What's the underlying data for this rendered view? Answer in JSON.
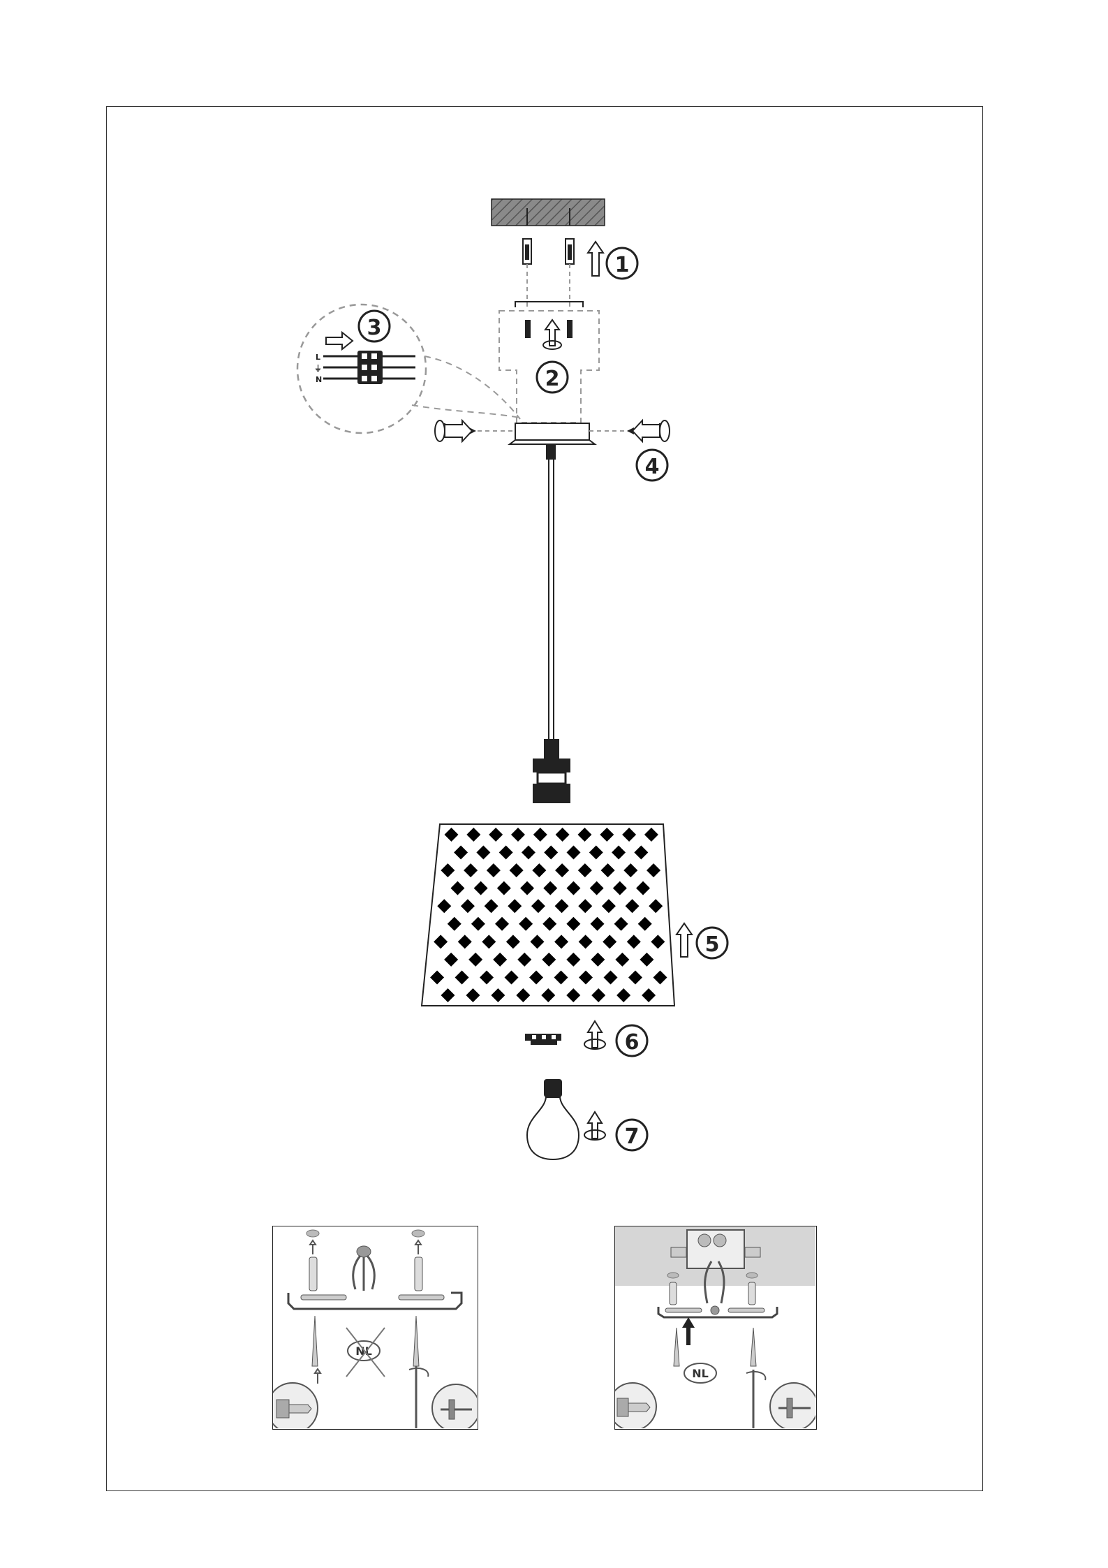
{
  "steps": [
    {
      "number": "1"
    },
    {
      "number": "2"
    },
    {
      "number": "3"
    },
    {
      "number": "4"
    },
    {
      "number": "5"
    },
    {
      "number": "6"
    },
    {
      "number": "7"
    }
  ],
  "wire_labels": [
    "L",
    "⏚",
    "N"
  ],
  "insets": {
    "left": {
      "label": "NL",
      "crossed": true
    },
    "right": {
      "label": "NL",
      "crossed": false
    }
  },
  "colors": {
    "line": "#222222",
    "dashed": "#999999",
    "ceiling": "#7a7a7a",
    "shade_pattern": "#000000"
  }
}
